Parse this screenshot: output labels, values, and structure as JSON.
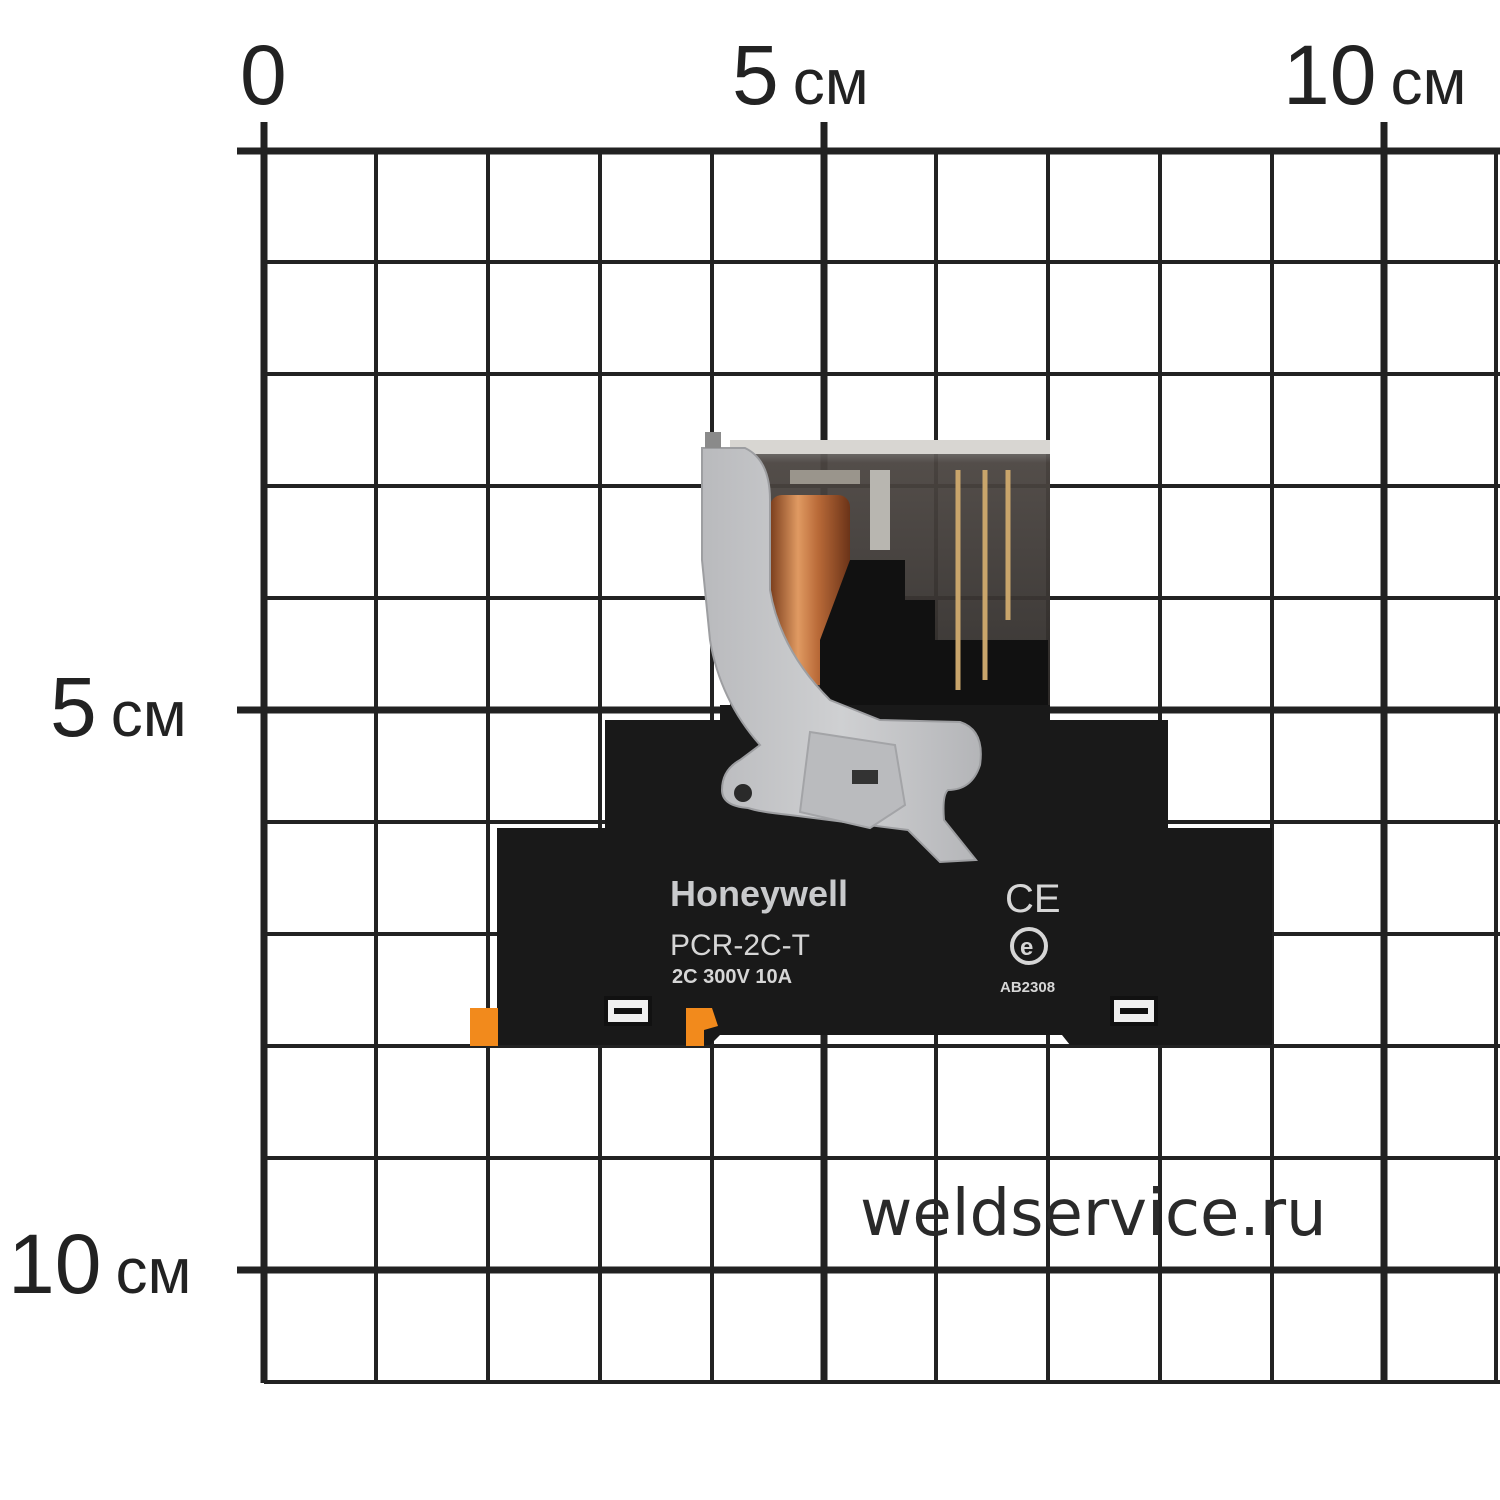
{
  "scale": {
    "top_labels": [
      {
        "num": "0",
        "unit": ""
      },
      {
        "num": "5",
        "unit": "см"
      },
      {
        "num": "10",
        "unit": "см"
      }
    ],
    "left_labels": [
      {
        "num": "5",
        "unit": "см"
      },
      {
        "num": "10",
        "unit": "см"
      }
    ]
  },
  "product": {
    "brand": "Honeywell",
    "model": "PCR-2C-T",
    "rating": "2C 300V 10A",
    "ce_mark": "CE",
    "code": "AB2308",
    "cert_mark": "e"
  },
  "watermark": "weldservice.ru",
  "colors": {
    "grid": "#222222",
    "body": "#1a1a1a",
    "lever": "#c4c5c7",
    "coil": "#c47a45",
    "latch": "#f28a1c"
  }
}
